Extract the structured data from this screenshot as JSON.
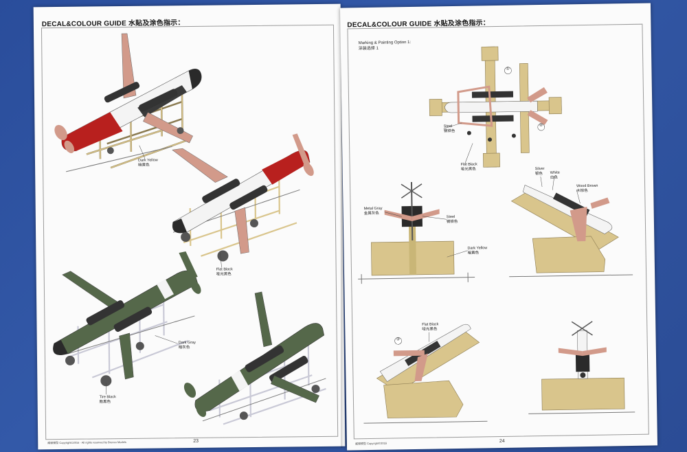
{
  "left_page": {
    "header": "DECAL&COLOUR GUIDE 水贴及涂色指示：",
    "page_number": "23",
    "footer": "威骏模型 Copyright©2016 · All rights reserved by Bronco Models",
    "labels": {
      "dark_yellow": {
        "en": "Dark Yellow",
        "cn": "暗黄色"
      },
      "flat_black": {
        "en": "Flat Black",
        "cn": "哑光黑色"
      },
      "dark_gray": {
        "en": "Dark Gray",
        "cn": "暗灰色"
      },
      "tire_black": {
        "en": "Tire Black",
        "cn": "胎黑色"
      }
    }
  },
  "right_page": {
    "header": "DECAL&COLOUR GUIDE 水贴及涂色指示：",
    "option_en": "Marking & Painting Option 1:",
    "option_cn": "涂装选择 1",
    "page_number": "24",
    "footer": "威骏模型 Copyright©2016",
    "callouts": [
      "①",
      "②",
      "③"
    ],
    "labels": {
      "steel_top": {
        "en": "Steel",
        "cn": "钢铁色"
      },
      "flat_black_top": {
        "en": "Flat Black",
        "cn": "哑光黑色"
      },
      "metal_gray": {
        "en": "Metal Gray",
        "cn": "金属灰色"
      },
      "steel_front": {
        "en": "Steel",
        "cn": "钢铁色"
      },
      "dark_yellow": {
        "en": "Dark Yellow",
        "cn": "暗黄色"
      },
      "silver": {
        "en": "Silver",
        "cn": "银色"
      },
      "white": {
        "en": "White",
        "cn": "白色"
      },
      "wood_brown": {
        "en": "Wood Brown",
        "cn": "木棕色"
      },
      "flat_black_bottom": {
        "en": "Flat Black",
        "cn": "哑光黑色"
      }
    }
  },
  "colors": {
    "background": "#2c4f9a",
    "page": "#fbfbfb",
    "dark_yellow": "#d9c58c",
    "red": "#b8201e",
    "white": "#f4f4f4",
    "black": "#2a2a2a",
    "green": "#55684a",
    "pink_brown": "#d29a8a",
    "gray_stand": "#c9c9d6"
  }
}
